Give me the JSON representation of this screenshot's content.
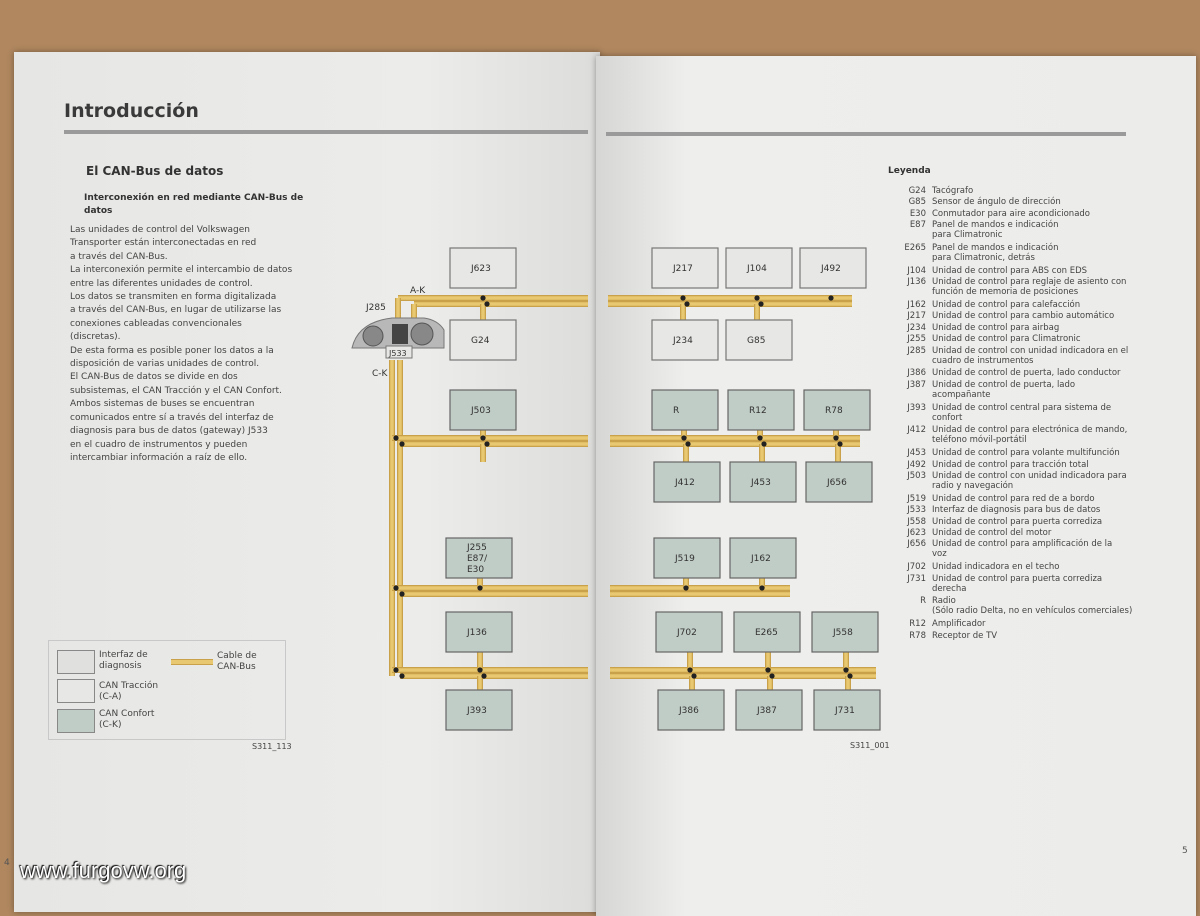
{
  "left_page": {
    "title": "Introducción",
    "heading": "El CAN-Bus de datos",
    "subheading": "Interconexión en red mediante CAN-Bus de datos",
    "body_lines": [
      "Las unidades de control del Volkswagen",
      "Transporter están interconectadas en red",
      "a través del CAN-Bus.",
      "La interconexión permite el intercambio de datos",
      "entre las diferentes unidades de control.",
      "Los datos se transmiten en forma digitalizada",
      "a través del CAN-Bus, en lugar de utilizarse las",
      "conexiones cableadas convencionales",
      "(discretas).",
      "De esta forma es posible poner los datos a la",
      "disposición de varias unidades de control.",
      "El CAN-Bus de datos se divide en dos",
      "subsistemas, el CAN Tracción y el CAN Confort.",
      "Ambos sistemas de buses se encuentran",
      "comunicados entre sí a través del interfaz de",
      "diagnosis para bus de datos (gateway) J533",
      "en el cuadro de instrumentos y pueden",
      "intercambiar información a raíz de ello."
    ],
    "legend": {
      "interfaz": "Interfaz de\ndiagnosis",
      "cable": "Cable de\nCAN-Bus",
      "traccion": "CAN Tracción\n(C-A)",
      "confort": "CAN Confort\n(C-K)"
    },
    "figure_code": "S311_113",
    "page_number": "4"
  },
  "diagram": {
    "bus_labels": {
      "ak": "A-K",
      "ck": "C-K",
      "j285": "J285",
      "j533": "J533"
    },
    "figure_code": "S311_001",
    "colors": {
      "can_traccion": "#e7e7e5",
      "can_confort": "#c0ccc6",
      "bus_cable": "#e8c870",
      "bus_outline": "#c9a14a"
    },
    "nodes": [
      {
        "label": "J623",
        "bus": "C-A"
      },
      {
        "label": "G24",
        "bus": "C-A"
      },
      {
        "label": "J217",
        "bus": "C-A"
      },
      {
        "label": "J104",
        "bus": "C-A"
      },
      {
        "label": "J492",
        "bus": "C-A"
      },
      {
        "label": "J234",
        "bus": "C-A"
      },
      {
        "label": "G85",
        "bus": "C-A"
      },
      {
        "label": "J503",
        "bus": "C-K"
      },
      {
        "label": "R",
        "bus": "C-K"
      },
      {
        "label": "R12",
        "bus": "C-K"
      },
      {
        "label": "R78",
        "bus": "C-K"
      },
      {
        "label": "J412",
        "bus": "C-K"
      },
      {
        "label": "J453",
        "bus": "C-K"
      },
      {
        "label": "J656",
        "bus": "C-K"
      },
      {
        "label": "J255\nE87/\nE30",
        "bus": "C-K"
      },
      {
        "label": "J519",
        "bus": "C-K"
      },
      {
        "label": "J162",
        "bus": "C-K"
      },
      {
        "label": "J136",
        "bus": "C-K"
      },
      {
        "label": "J702",
        "bus": "C-K"
      },
      {
        "label": "E265",
        "bus": "C-K"
      },
      {
        "label": "J558",
        "bus": "C-K"
      },
      {
        "label": "J393",
        "bus": "C-K"
      },
      {
        "label": "J386",
        "bus": "C-K"
      },
      {
        "label": "J387",
        "bus": "C-K"
      },
      {
        "label": "J731",
        "bus": "C-K"
      }
    ]
  },
  "right_page": {
    "legend_title": "Leyenda",
    "legend_items": [
      {
        "code": "G24",
        "desc": "Tacógrafo"
      },
      {
        "code": "G85",
        "desc": "Sensor de ángulo de dirección"
      },
      {
        "code": "E30",
        "desc": "Conmutador para aire acondicionado"
      },
      {
        "code": "E87",
        "desc": "Panel de mandos e indicación\npara Climatronic"
      },
      {
        "code": "E265",
        "desc": "Panel de mandos e indicación\npara Climatronic, detrás"
      },
      {
        "code": "J104",
        "desc": "Unidad de control para ABS con EDS"
      },
      {
        "code": "J136",
        "desc": "Unidad de control para reglaje de asiento con\nfunción de memoria de posiciones"
      },
      {
        "code": "J162",
        "desc": "Unidad de control para calefacción"
      },
      {
        "code": "J217",
        "desc": "Unidad de control para cambio automático"
      },
      {
        "code": "J234",
        "desc": "Unidad de control para airbag"
      },
      {
        "code": "J255",
        "desc": "Unidad de control para Climatronic"
      },
      {
        "code": "J285",
        "desc": "Unidad de control con unidad indicadora en el\ncuadro de instrumentos"
      },
      {
        "code": "J386",
        "desc": "Unidad de control de puerta, lado conductor"
      },
      {
        "code": "J387",
        "desc": "Unidad de control de puerta, lado\nacompañante"
      },
      {
        "code": "J393",
        "desc": "Unidad de control central para sistema de\nconfort"
      },
      {
        "code": "J412",
        "desc": "Unidad de control para electrónica de mando,\nteléfono móvil-portátil"
      },
      {
        "code": "J453",
        "desc": "Unidad de control para volante multifunción"
      },
      {
        "code": "J492",
        "desc": "Unidad de control para tracción total"
      },
      {
        "code": "J503",
        "desc": "Unidad de control con unidad indicadora para\nradio y navegación"
      },
      {
        "code": "J519",
        "desc": "Unidad de control para red de a bordo"
      },
      {
        "code": "J533",
        "desc": "Interfaz de diagnosis para bus de datos"
      },
      {
        "code": "J558",
        "desc": "Unidad de control para puerta corrediza"
      },
      {
        "code": "J623",
        "desc": "Unidad de control del motor"
      },
      {
        "code": "J656",
        "desc": "Unidad de control para amplificación de la\nvoz"
      },
      {
        "code": "J702",
        "desc": "Unidad indicadora en el techo"
      },
      {
        "code": "J731",
        "desc": "Unidad de control para puerta corrediza\nderecha"
      },
      {
        "code": "R",
        "desc": "Radio\n(Sólo radio Delta, no en vehículos comerciales)"
      },
      {
        "code": "R12",
        "desc": "Amplificador"
      },
      {
        "code": "R78",
        "desc": "Receptor de TV"
      }
    ],
    "page_number": "5"
  },
  "watermark": "www.furgovw.org"
}
